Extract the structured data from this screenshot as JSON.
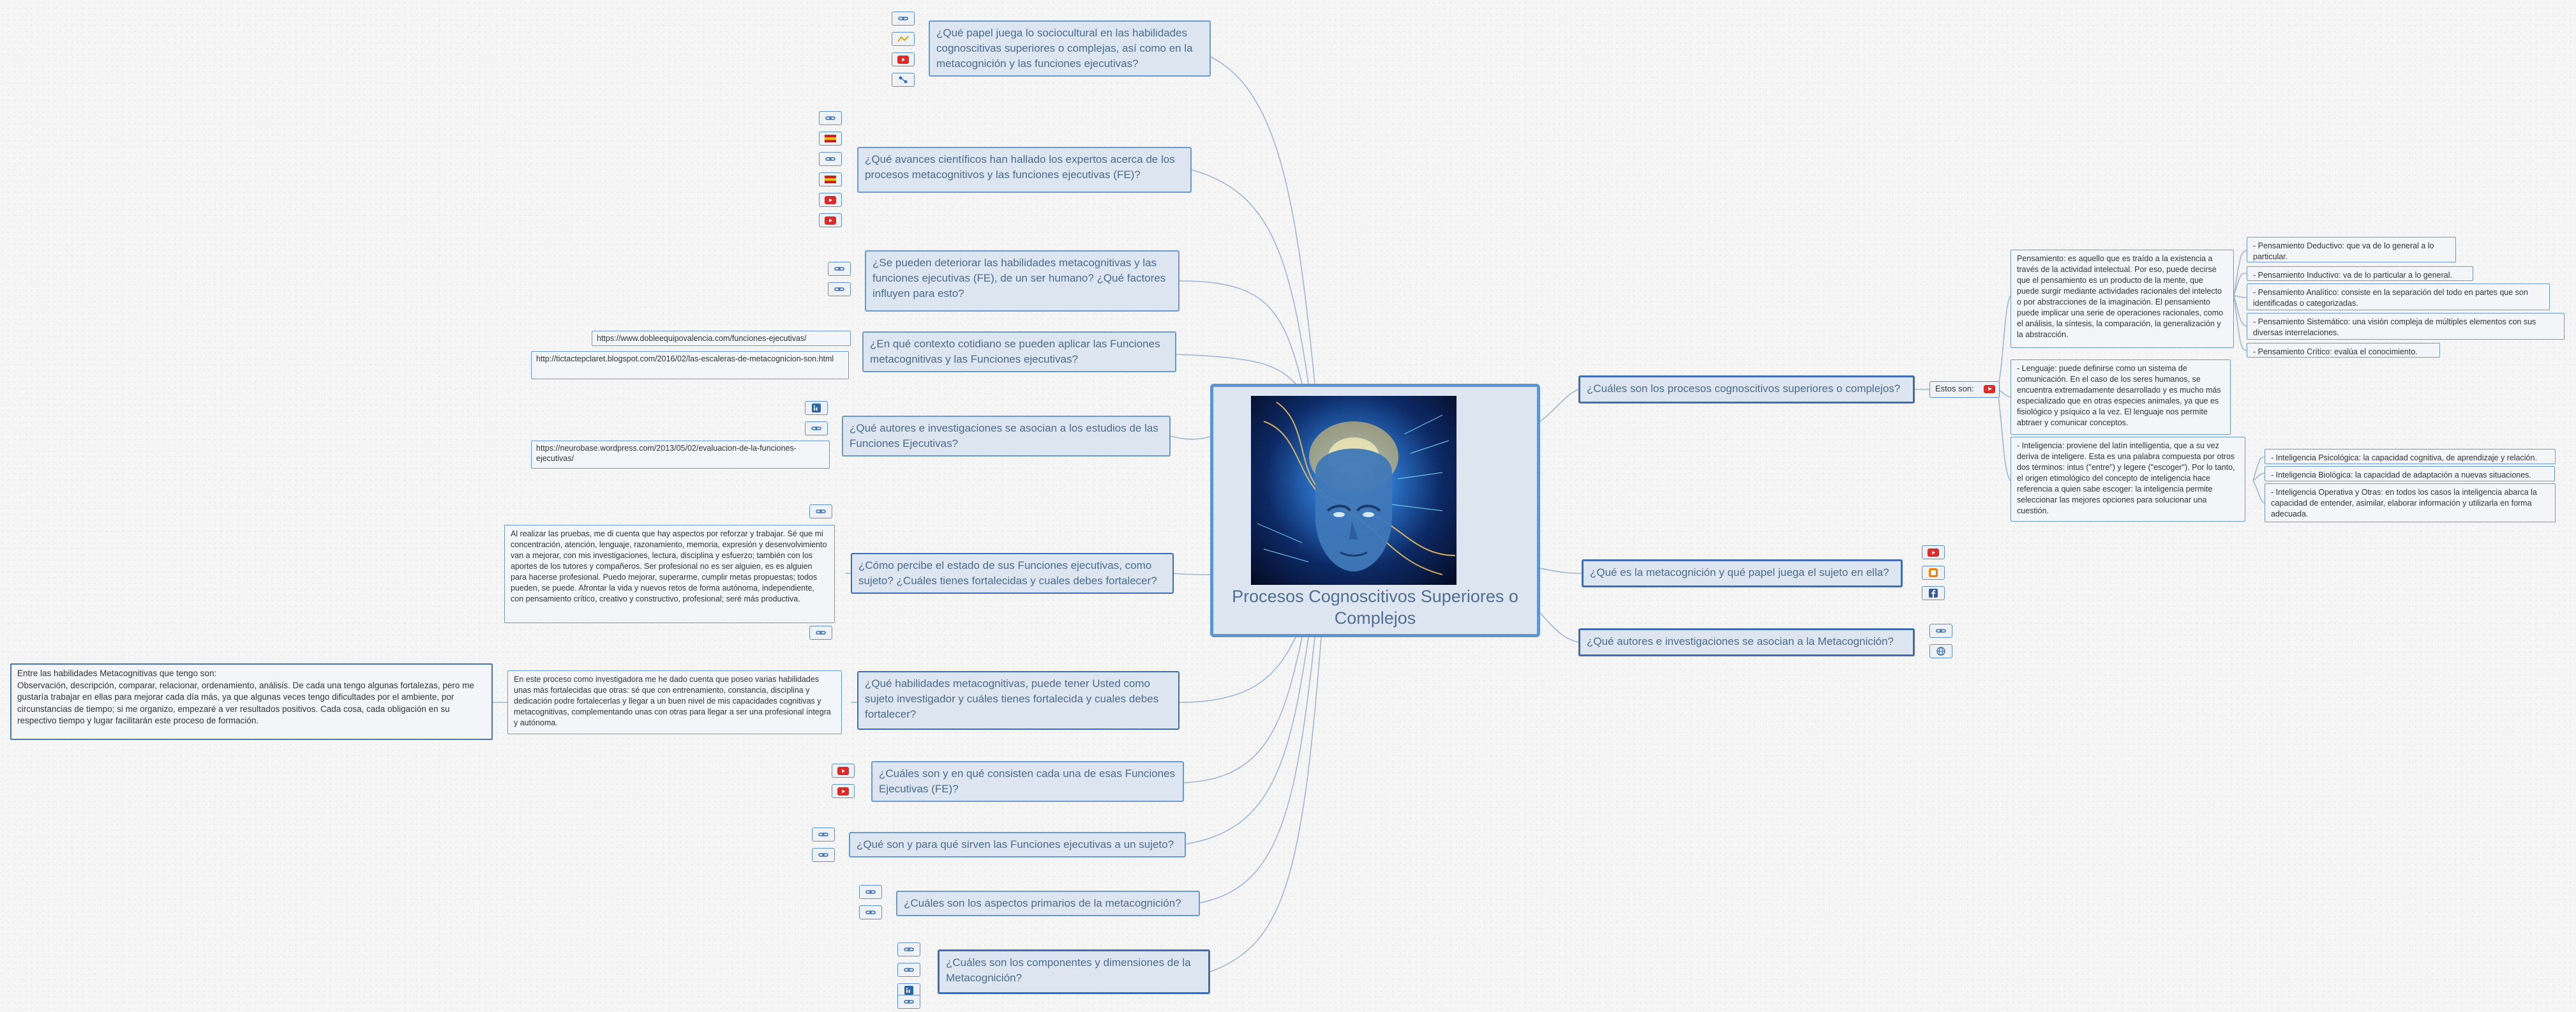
{
  "center": {
    "title": "Procesos Cognoscitivos Superiores o Complejos",
    "image": "head-with-dna-illustration"
  },
  "left_topics": [
    {
      "id": "L1",
      "text": "¿Qué papel juega lo sociocultural en las habilidades cognoscitivas superiores o complejas, así como en la metacognición y las funciones ejecutivas?",
      "icons": [
        "link-icon",
        "map-icon",
        "youtube-icon",
        "network-icon"
      ]
    },
    {
      "id": "L2",
      "text": "¿Qué avances científicos han hallado los expertos acerca de los procesos metacognitivos y las funciones ejecutivas (FE)?",
      "icons": [
        "link-icon",
        "flag-icon",
        "link-icon",
        "flag-icon",
        "youtube-icon",
        "youtube-icon"
      ]
    },
    {
      "id": "L3",
      "text": "¿Se pueden deteriorar las habilidades metacognitivas y las funciones ejecutivas (FE), de un ser humano? ¿Qué factores influyen para esto?",
      "icons": [
        "link-icon",
        "link-icon"
      ]
    },
    {
      "id": "L4",
      "text": "¿En qué contexto cotidiano se pueden aplicar las Funciones metacognitivas y las Funciones ejecutivas?",
      "urls": [
        "https://www.dobleequipovalencia.com/funciones-ejecutivas/",
        "http://tictactepclaret.blogspot.com/2016/02/las-escaleras-de-metacognicion-son.html"
      ]
    },
    {
      "id": "L5",
      "text": "¿Qué autores e investigaciones se asocian a los estudios de las Funciones Ejecutivas?",
      "icons": [
        "linkedin-icon",
        "link-icon"
      ],
      "urls": [
        "https://neurobase.wordpress.com/2013/05/02/evaluacion-de-la-funciones-ejecutivas/"
      ]
    },
    {
      "id": "L6",
      "text": "¿Cómo percibe el estado de sus Funciones ejecutivas, como sujeto? ¿Cuáles tienes fortalecidas y cuales debes fortalecer?",
      "note": "Al realizar las pruebas, me di cuenta que hay aspectos por reforzar y trabajar. Sé que mi concentración, atención, lenguaje, razonamiento, memoria, expresión y desenvolvimiento van a mejorar, con mis investigaciones, lectura, disciplina y esfuerzo; también con los aportes de los tutores y compañeros. Ser profesional no es ser alguien, es es alguien para hacerse profesional. Puedo mejorar, superarme, cumplir metas propuestas; todos pueden, se puede. Afrontar la vida y nuevos retos de forma autónoma, independiente, con pensamiento crítico, creativo y constructivo, profesional; seré más productiva."
    },
    {
      "id": "L7",
      "text": "¿Qué habilidades metacognitivas, puede tener Usted como sujeto investigador y cuáles tienes fortalecida y cuales debes fortalecer?",
      "note": "En este proceso como investigadora me he dado cuenta que poseo varias habilidades unas más fortalecidas que otras: sé que con entrenamiento, constancia, disciplina y dedicación podre fortalecerlas y llegar a un buen nivel de mis capacidades cognitivas y metacognitivas, complementando unas con otras para llegar a ser una profesional íntegra y autónoma.",
      "note2": "Entre las habilidades Metacognitivas que tengo son:\nObservación, descripción, comparar, relacionar, ordenamiento, análisis. De cada una tengo algunas fortalezas, pero me gustaría trabajar en ellas para mejorar cada día más, ya que algunas veces tengo dificultades por el ambiente, por circunstancias de tiempo; si me organizo,  empezaré a ver resultados positivos. Cada cosa, cada obligación en su respectivo tiempo y lugar facilitarán este proceso de formación."
    },
    {
      "id": "L8",
      "text": "¿Cuáles son y en qué consisten cada una de esas Funciones Ejecutivas (FE)?",
      "icons": [
        "youtube-icon",
        "youtube-icon"
      ]
    },
    {
      "id": "L9",
      "text": "¿Qué son y para qué sirven las Funciones ejecutivas a un sujeto?",
      "icons": [
        "link-icon",
        "link-icon"
      ]
    },
    {
      "id": "L10",
      "text": "¿Cuáles son los aspectos primarios de la metacognición?",
      "icons": [
        "link-icon",
        "link-icon"
      ]
    },
    {
      "id": "L11",
      "text": "¿Cuáles son los componentes y dimensiones de la Metacognición?",
      "icons": [
        "link-icon",
        "link-icon",
        "linkedin-icon",
        "link-icon"
      ]
    }
  ],
  "right_topics": [
    {
      "id": "R1",
      "text": "¿Cuáles son los procesos cognoscitivos superiores o complejos?",
      "child_label": "Estos son:"
    },
    {
      "id": "R2",
      "text": "¿Qué es la metacognición y qué papel juega el sujeto en ella?",
      "icons": [
        "youtube-icon",
        "blogger-icon",
        "facebook-icon"
      ]
    },
    {
      "id": "R3",
      "text": "¿Qué autores e investigaciones se asocian a la Metacognición?",
      "icons": [
        "link-icon",
        "globe-icon"
      ]
    }
  ],
  "right_notes": {
    "pensamiento": "Pensamiento: es aquello que es traído a la existencia a través de la actividad intelectual. Por eso, puede decirse que el pensamiento es un producto de la mente, que puede surgir mediante actividades racionales del intelecto o por abstracciones de la imaginación. El pensamiento puede implicar una serie de operaciones racionales, como el análisis, la síntesis, la comparación, la generalización y la abstracción.",
    "lenguaje": "- Lenguaje: puede definirse como un sistema de comunicación. En el caso de los seres humanos, se encuentra extremadamente desarrollado y es mucho más especializado que en otras especies animales, ya que es fisiológico y psíquico a la vez. El lenguaje nos permite abtraer y comunicar conceptos.",
    "inteligencia": "- Inteligencia: proviene del latín intelligentia, que a su vez deriva de inteligere. Esta es una palabra compuesta por otros dos términos: intus (\"entre\") y legere (\"escoger\"). Por lo tanto, el origen etimológico del concepto de inteligencia hace referencia a quien sabe escoger: la inteligencia permite seleccionar las mejores opciones para solucionar una cuestión.",
    "pensamiento_types": [
      "- Pensamiento Deductivo: que va de lo general a lo particular.",
      "- Pensamiento Inductivo: va de lo particular a lo general.",
      "- Pensamiento Analítico: consiste en la separación del todo en partes que son identificadas o categorizadas.",
      "- Pensamiento Sistemático: una visión compleja de múltiples elementos con sus diversas interrelaciones.",
      "- Pensamiento Crítico: evalúa el conocimiento."
    ],
    "inteligencia_types": [
      "- Inteligencia Psicológica: la capacidad cognitiva, de aprendizaje y relación.",
      "- Inteligencia Biológica: la capacidad de adaptación a nuevas situaciones.",
      "- Inteligencia Operativa y Otras: en todos los casos la inteligencia abarca la capacidad de entender, asimilar, elaborar información y utilizarla en forma adecuada."
    ]
  }
}
